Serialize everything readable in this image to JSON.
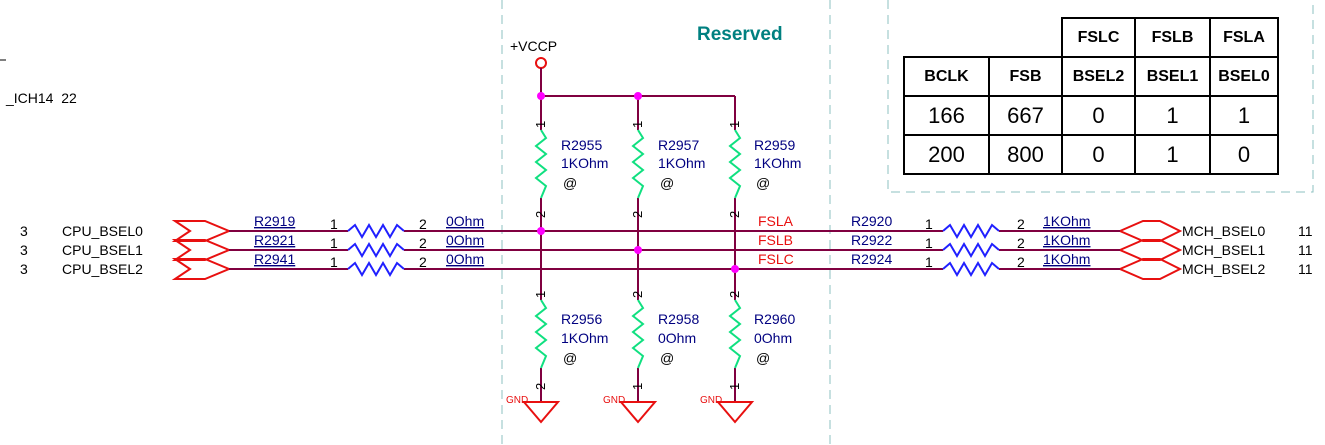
{
  "left_edge_text": "_ICH14  22",
  "reserved_label": "Reserved",
  "power": {
    "label": "+VCCP"
  },
  "inputs": [
    {
      "pin": "3",
      "name": "CPU_BSEL0"
    },
    {
      "pin": "3",
      "name": "CPU_BSEL1"
    },
    {
      "pin": "3",
      "name": "CPU_BSEL2"
    }
  ],
  "outputs": [
    {
      "name": "MCH_BSEL0",
      "pin": "11"
    },
    {
      "name": "MCH_BSEL1",
      "pin": "11"
    },
    {
      "name": "MCH_BSEL2",
      "pin": "11"
    }
  ],
  "left_resistors": [
    {
      "ref": "R2919",
      "pin1": "1",
      "pin2": "2",
      "value": "0Ohm"
    },
    {
      "ref": "R2921",
      "pin1": "1",
      "pin2": "2",
      "value": "0Ohm"
    },
    {
      "ref": "R2941",
      "pin1": "1",
      "pin2": "2",
      "value": "0Ohm"
    }
  ],
  "right_resistors": [
    {
      "ref": "R2920",
      "pin1": "1",
      "pin2": "2",
      "value": "1KOhm"
    },
    {
      "ref": "R2922",
      "pin1": "1",
      "pin2": "2",
      "value": "1KOhm"
    },
    {
      "ref": "R2924",
      "pin1": "1",
      "pin2": "2",
      "value": "1KOhm"
    }
  ],
  "nets": [
    "FSLA",
    "FSLB",
    "FSLC"
  ],
  "pullups": [
    {
      "ref": "R2955",
      "value": "1KOhm",
      "mark": "@",
      "pin_top": "1",
      "pin_bottom": "2"
    },
    {
      "ref": "R2957",
      "value": "1KOhm",
      "mark": "@",
      "pin_top": "1",
      "pin_bottom": "2"
    },
    {
      "ref": "R2959",
      "value": "1KOhm",
      "mark": "@",
      "pin_top": "1",
      "pin_bottom": "2"
    }
  ],
  "pulldowns": [
    {
      "ref": "R2956",
      "value": "1KOhm",
      "mark": "@",
      "pin_top": "1",
      "pin_bottom": "2",
      "gnd": "GND"
    },
    {
      "ref": "R2958",
      "value": "0Ohm",
      "mark": "@",
      "pin_top": "2",
      "pin_bottom": "1",
      "gnd": "GND"
    },
    {
      "ref": "R2960",
      "value": "0Ohm",
      "mark": "@",
      "pin_top": "2",
      "pin_bottom": "1",
      "gnd": "GND"
    }
  ],
  "table": {
    "header_top": [
      "",
      "",
      "FSLC",
      "FSLB",
      "FSLA"
    ],
    "header": [
      "BCLK",
      "FSB",
      "BSEL2",
      "BSEL1",
      "BSEL0"
    ],
    "rows": [
      [
        "166",
        "667",
        "0",
        "1",
        "1"
      ],
      [
        "200",
        "800",
        "0",
        "1",
        "0"
      ]
    ]
  },
  "colors": {
    "wire": "#800040",
    "red": "#e81010",
    "resistor": "#10e080",
    "junction": "#ff00ff",
    "navy": "#000080",
    "teal": "#008080",
    "dash": "#8ec0c0"
  }
}
